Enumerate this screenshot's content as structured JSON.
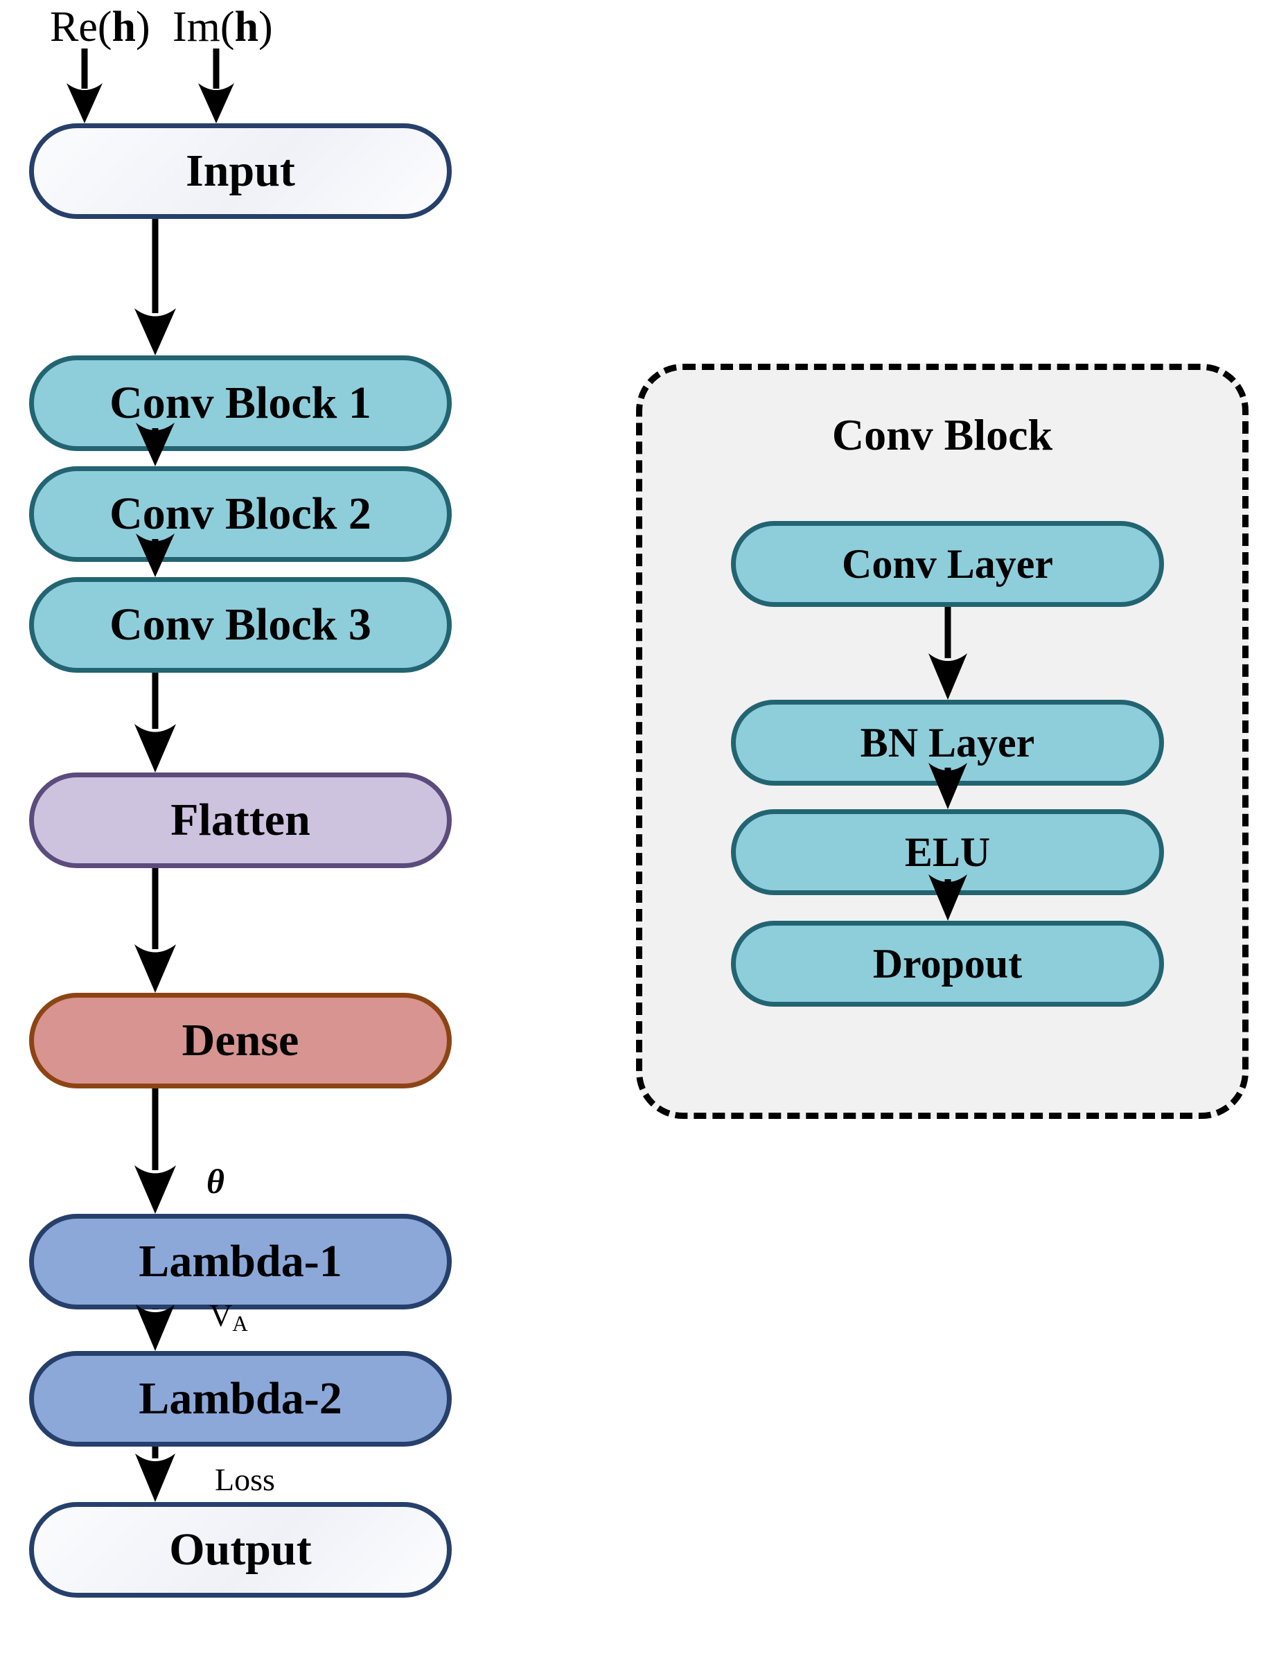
{
  "diagram": {
    "title": "Neural network architecture flow diagram",
    "background_color": "#ffffff"
  },
  "input_labels": [
    {
      "prefix": "Re(",
      "bold": "h",
      "suffix": ")"
    },
    {
      "prefix": "Im(",
      "bold": "h",
      "suffix": ")"
    }
  ],
  "main_pipeline": {
    "nodes": [
      {
        "label": "Input",
        "style": "io",
        "fill": "#fbfcfe",
        "border": "#26406b"
      },
      {
        "label": "Conv Block 1",
        "style": "conv",
        "fill": "#8ecedb",
        "border": "#226472"
      },
      {
        "label": "Conv Block 2",
        "style": "conv",
        "fill": "#8ecedb",
        "border": "#226472"
      },
      {
        "label": "Conv Block 3",
        "style": "conv",
        "fill": "#8ecedb",
        "border": "#226472"
      },
      {
        "label": "Flatten",
        "style": "flatten",
        "fill": "#cdc3df",
        "border": "#5c4b7d"
      },
      {
        "label": "Dense",
        "style": "dense",
        "fill": "#d79490",
        "border": "#8d4414"
      },
      {
        "label": "Lambda-1",
        "style": "lambda",
        "fill": "#8ba8d9",
        "border": "#26406b"
      },
      {
        "label": "Lambda-2",
        "style": "lambda",
        "fill": "#8ba8d9",
        "border": "#26406b"
      },
      {
        "label": "Output",
        "style": "io",
        "fill": "#fbfcfe",
        "border": "#26406b"
      }
    ],
    "edge_labels": {
      "dense_to_lambda1": "θ",
      "lambda1_to_lambda2_main": "V",
      "lambda1_to_lambda2_sub": "A",
      "lambda2_to_output": "Loss"
    }
  },
  "conv_block_detail": {
    "title": "Conv Block",
    "container_fill": "#f1f1f1",
    "container_border": "#000000",
    "nodes": [
      {
        "label": "Conv Layer",
        "fill": "#8ecedb",
        "border": "#226472"
      },
      {
        "label": "BN Layer",
        "fill": "#8ecedb",
        "border": "#226472"
      },
      {
        "label": "ELU",
        "fill": "#8ecedb",
        "border": "#226472"
      },
      {
        "label": "Dropout",
        "fill": "#8ecedb",
        "border": "#226472"
      }
    ]
  }
}
